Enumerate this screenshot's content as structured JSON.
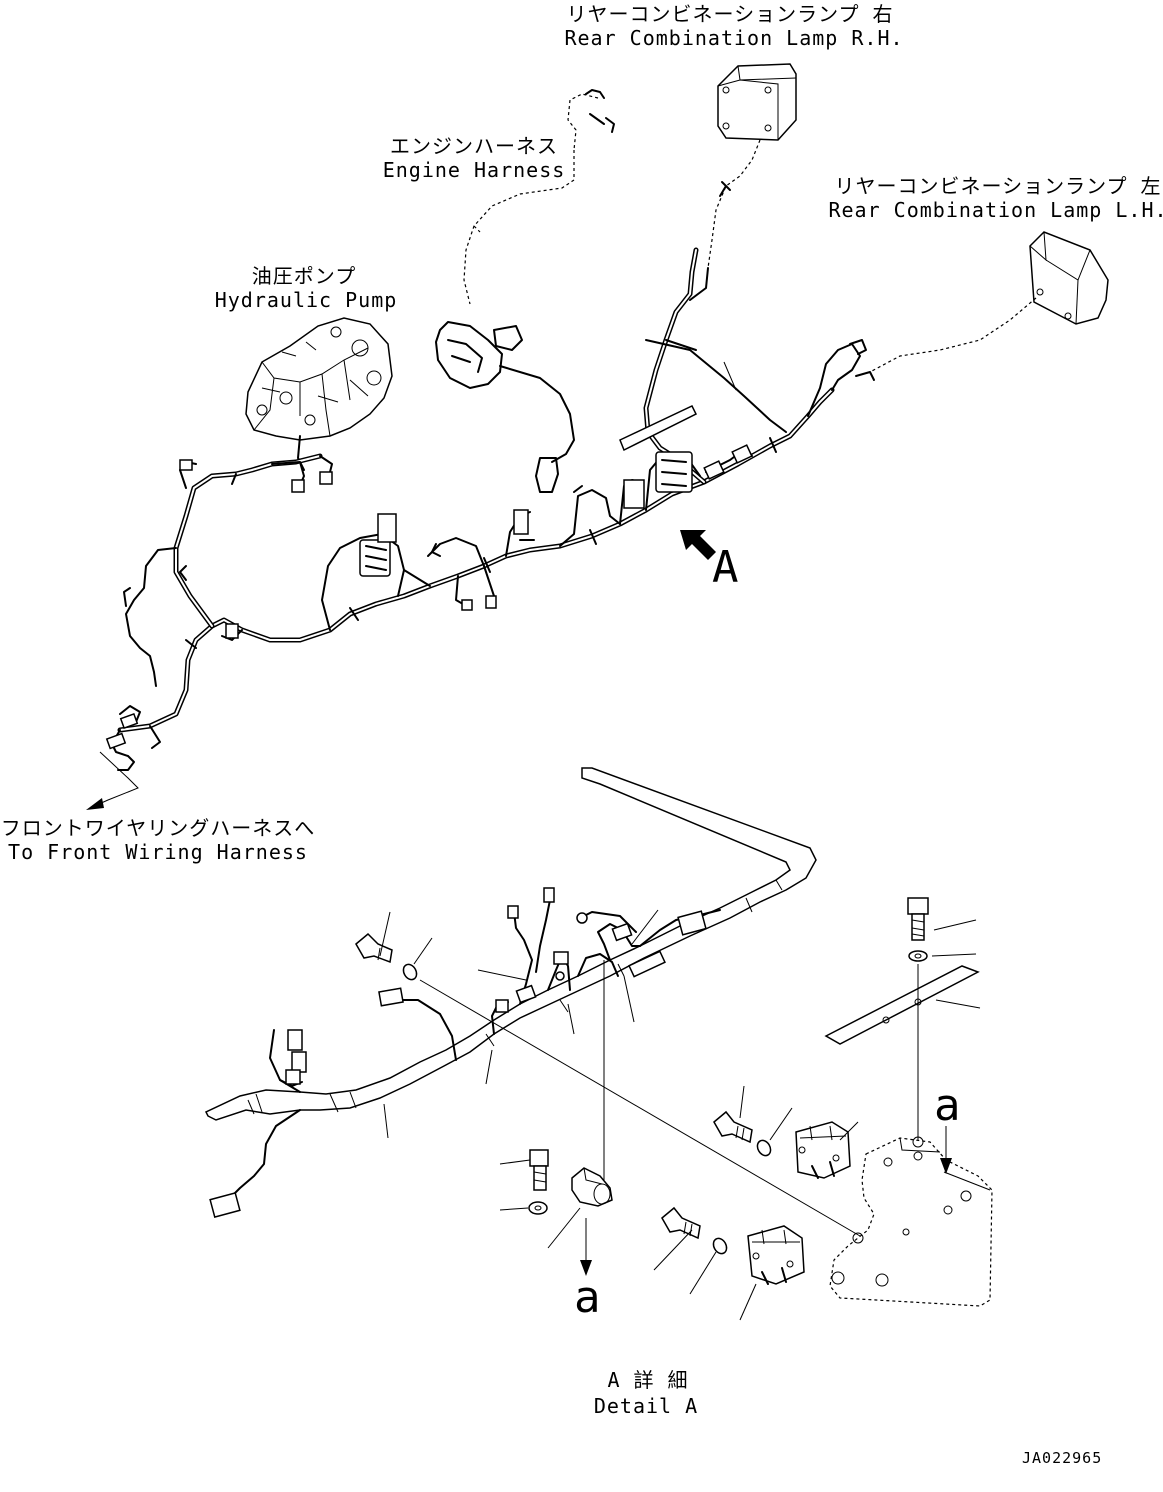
{
  "labels": {
    "rear_lamp_rh_jp": "リヤーコンビネーションランプ 右",
    "rear_lamp_rh_en": "Rear Combination Lamp R.H.",
    "engine_harness_jp": "エンジンハーネス",
    "engine_harness_en": "Engine Harness",
    "rear_lamp_lh_jp": "リヤーコンビネーションランプ 左",
    "rear_lamp_lh_en": "Rear Combination Lamp L.H.",
    "hydraulic_pump_jp": "油圧ポンプ",
    "hydraulic_pump_en": "Hydraulic Pump",
    "front_harness_jp": "フロントワイヤリングハーネスへ",
    "front_harness_en": "To Front Wiring Harness",
    "view_a_marker": "A",
    "detail_a_jp": "A 詳 細",
    "detail_a_en": "Detail A",
    "ref_a_upper": "a",
    "ref_a_lower": "a",
    "drawing_number": "JA022965"
  }
}
